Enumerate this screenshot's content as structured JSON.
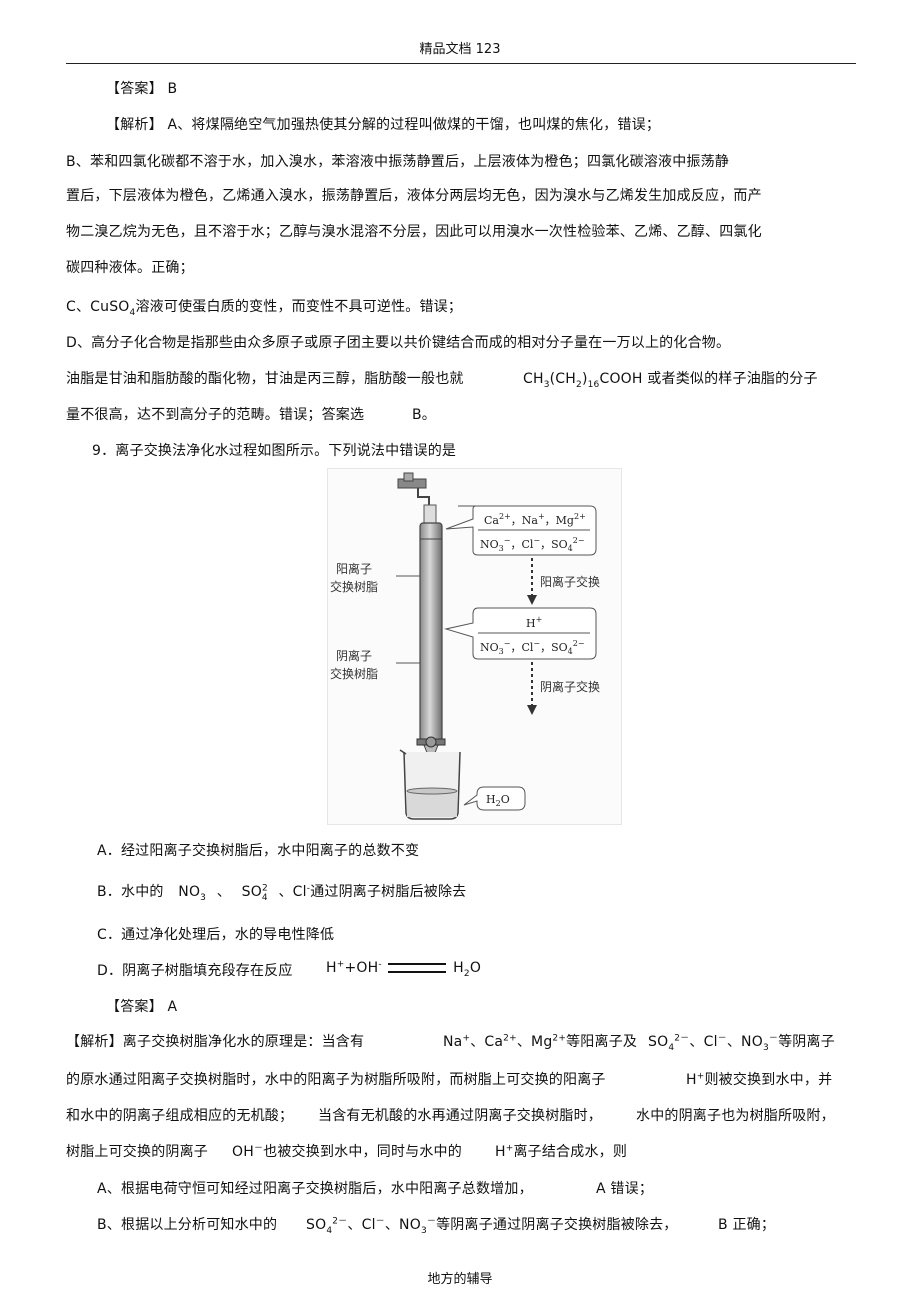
{
  "header": "精品文档 123",
  "footer": "地方的辅导",
  "lines": {
    "l1": "【答案】 B",
    "l2": "【解析】 A、将煤隔绝空气加强热使其分解的过程叫做煤的干馏，也叫煤的焦化，错误；",
    "l3": "B、苯和四氯化碳都不溶于水，加入溴水，苯溶液中振荡静置后，上层液体为橙色；四氯化碳溶液中振荡静",
    "l4": "置后，下层液体为橙色，乙烯通入溴水，振荡静置后，液体分两层均无色，因为溴水与乙烯发生加成反应，而产",
    "l5": "物二溴乙烷为无色，且不溶于水；乙醇与溴水混溶不分层，因此可以用溴水一次性检验苯、乙烯、乙醇、四氯化",
    "l6": "碳四种液体。正确；",
    "l7a": "C、CuSO",
    "l7b": "4",
    "l7c": "溶液可使蛋白质的变性，而变性不具可逆性。错误；",
    "l8": "D、高分子化合物是指那些由众多原子或原子团主要以共价键结合而成的相对分子量在一万以上的化合物。",
    "l9a": "油脂是甘油和脂肪酸的酯化物，甘油是丙三醇，脂肪酸一般也就",
    "l9b": "CH",
    "l9c": "3",
    "l9d": "(CH",
    "l9e": "2",
    "l9f": ")",
    "l9g": "16",
    "l9h": "COOH",
    "l9i": "或者类似的样子油脂的分子",
    "l10a": "量不很高，达不到高分子的范畴。错误；答案选",
    "l10b": "B。",
    "q9": "9．离子交换法净化水过程如图所示。下列说法中错误的是",
    "optA": "A．经过阳离子交换树脂后，水中阳离子的总数不变",
    "optB1": "B．水中的",
    "optB2": "NO",
    "optB3": "3",
    "optB4": "、",
    "optB5": "SO",
    "optB6": "2",
    "optB7": "4",
    "optB8": "、Cl",
    "optB9": "-",
    "optB10": "通过阴离子树脂后被除去",
    "optC": "C．通过净化处理后，水的导电性降低",
    "optD1": "D．阴离子树脂填充段存在反应",
    "optD2": "H",
    "optD3": "+",
    "optD4": "+OH",
    "optD5": "-",
    "optD6": "H",
    "optD7": "2",
    "optD8": "O",
    "ans2": "【答案】 A",
    "e1a": "【解析】离子交换树脂净化水的原理是：当含有",
    "e1b": "Na",
    "e1c": "+",
    "e1d": "、Ca",
    "e1e": "2+",
    "e1f": "、Mg",
    "e1g": "2+",
    "e1h": "等阳离子及",
    "e1i": "SO",
    "e1j": "4",
    "e1k": "2－",
    "e1l": "、Cl",
    "e1m": "－",
    "e1n": "、NO",
    "e1o": "3",
    "e1p": "－",
    "e1q": "等阴离子",
    "e2a": "的原水通过阳离子交换树脂时，水中的阳离子为树脂所吸附，而树脂上可交换的阳离子",
    "e2b": "H",
    "e2c": "+",
    "e2d": "则被交换到水中，并",
    "e3a": "和水中的阴离子组成相应的无机酸；",
    "e3b": "当含有无机酸的水再通过阴离子交换树脂时，",
    "e3c": "水中的阴离子也为树脂所吸附，",
    "e4a": "树脂上可交换的阴离子",
    "e4b": "OH",
    "e4c": "－",
    "e4d": "也被交换到水中，同时与水中的",
    "e4e": "H",
    "e4f": "+",
    "e4g": "离子结合成水，则",
    "e5a": "A、根据电荷守恒可知经过阳离子交换树脂后，水中阳离子总数增加，",
    "e5b": "A 错误；",
    "e6a": "B、根据以上分析可知水中的",
    "e6b": "SO",
    "e6c": "4",
    "e6d": "2－",
    "e6e": "、Cl",
    "e6f": "－",
    "e6g": "、NO",
    "e6h": "3",
    "e6i": "－",
    "e6j": "等阴离子通过阴离子交换树脂被除去，",
    "e6k": "B 正确；"
  },
  "figure": {
    "box1_top_a": "Ca",
    "box1_top_b": "2+",
    "box1_top_c": "，Na",
    "box1_top_d": "+",
    "box1_top_e": "，Mg",
    "box1_top_f": "2+",
    "box1_bot_a": "NO",
    "box1_bot_b": "3",
    "box1_bot_c": "−",
    "box1_bot_d": "，Cl",
    "box1_bot_e": "−",
    "box1_bot_f": "，SO",
    "box1_bot_g": "4",
    "box1_bot_h": "2−",
    "arrow1": "阳离子交换",
    "box2_top_a": "H",
    "box2_top_b": "+",
    "box2_bot_a": "NO",
    "box2_bot_b": "3",
    "box2_bot_c": "−",
    "box2_bot_d": "，Cl",
    "box2_bot_e": "−",
    "box2_bot_f": "，SO",
    "box2_bot_g": "4",
    "box2_bot_h": "2−",
    "arrow2": "阴离子交换",
    "label1_a": "阳离子",
    "label1_b": "交换树脂",
    "label2_a": "阴离子",
    "label2_b": "交换树脂",
    "water_a": "H",
    "water_b": "2",
    "water_c": "O"
  }
}
